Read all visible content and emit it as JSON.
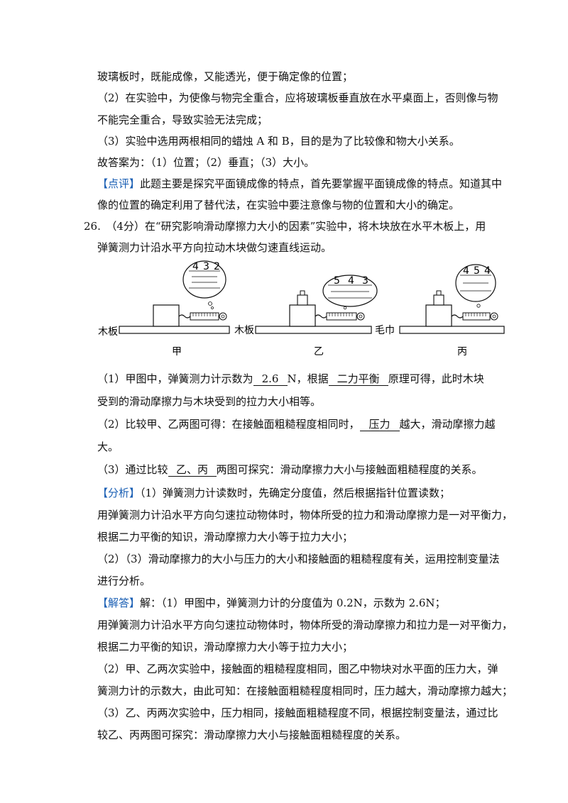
{
  "lines": {
    "l1": "玻璃板时，既能成像，又能透光，便于确定像的位置；",
    "l2": "（2）在实验中，为使像与物完全重合，应将玻璃板垂直放在水平桌面上，否则像与物",
    "l3": "不能完全重合，导致实验无法完成；",
    "l4": "（3）实验中选用两根相同的蜡烛 A 和 B，目的是为了比较像和物大小关系。",
    "l5": "故答案为：（1）位置；（2）垂直；（3）大小。",
    "l6_tag": "【点评】",
    "l6": "此题主要是探究平面镜成像的特点，首先要掌握平面镜成像的特点。知道其中",
    "l7": "像的位置的确定利用了替代法，在实验中要注意像与物的位置和大小的确定。",
    "l8": "26.　（4分）在“研究影响滑动摩擦力大小的因素”实验中，将木块放在水平木板上，用",
    "l9": "弹簧测力计沿水平方向拉动木块做匀速直线运动。",
    "q1a": "（1）甲图中，弹簧测力计示数为",
    "q1_blank1": "2.6",
    "q1b": "N，根据",
    "q1_blank2": "二力平衡",
    "q1c": "原理可得，此时木块",
    "q1d": "受到的滑动摩擦力与木块受到的拉力大小相等。",
    "q2a": "（2）比较甲、乙两图可得：在接触面粗糙程度相同时，",
    "q2_blank": "压力",
    "q2b": "越大，滑动摩擦力越",
    "q2c": "大。",
    "q3a": "（3）通过比较",
    "q3_blank": "乙、丙",
    "q3b": "两图可探究：滑动摩擦力大小与接触面粗糙程度的关系。",
    "a_tag": "【分析】",
    "a1": "（1）弹簧测力计读数时，先确定分度值，然后根据指针位置读数；",
    "a2": "用弹簧测力计沿水平方向匀速拉动物体时，物体所受的拉力和滑动摩擦力是一对平衡力，",
    "a3": "根据二力平衡的知识，滑动摩擦力大小等于拉力大小；",
    "a4": "（2）（3）滑动摩擦力的大小与压力的大小和接触面的粗糙程度有关，运用控制变量法",
    "a5": "进行分析。",
    "s_tag": "【解答】",
    "s1": "解：（1）甲图中，弹簧测力计的分度值为 0.2N，示数为 2.6N；",
    "s2": "用弹簧测力计沿水平方向匀速拉动物体时，物体所受的滑动摩擦力和拉力是一对平衡力，",
    "s3": "根据二力平衡的知识，滑动摩擦力大小等于拉力大小；",
    "s4": "（2）甲、乙两次实验中，接触面的粗糙程度相同，图乙中物块对水平面的压力大，弹",
    "s5": "簧测力计的示数大，由此可知：在接触面粗糙程度相同时，压力越大，滑动摩擦力越大；",
    "s6": "（3）乙、丙两次实验中，压力相同，接触面粗糙程度不同，根据控制变量法，通过比",
    "s7": "较乙、丙两图可探究：滑动摩擦力大小与接触面粗糙程度的关系。"
  },
  "figure": {
    "surface1": "木板",
    "surface2": "木板",
    "surface3": "毛巾",
    "cap_a": "甲",
    "cap_b": "乙",
    "cap_c": "丙",
    "scale_a": [
      "2",
      "3",
      "4"
    ],
    "scale_b": [
      "3",
      "4",
      "5"
    ],
    "scale_c": [
      "4",
      "5",
      "4"
    ]
  },
  "colors": {
    "tag": "#1a5fb4"
  }
}
